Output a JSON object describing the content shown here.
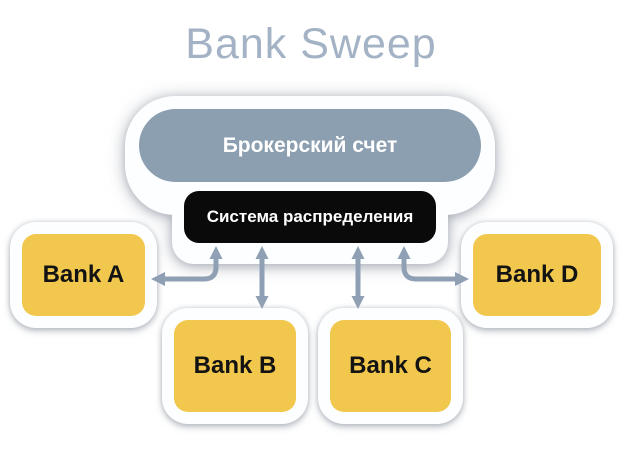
{
  "title": "Bank Sweep",
  "nodes": {
    "broker_account": "Брокерский счет",
    "distribution_system": "Система распределения"
  },
  "banks": [
    {
      "label": "Bank A"
    },
    {
      "label": "Bank B"
    },
    {
      "label": "Bank C"
    },
    {
      "label": "Bank D"
    }
  ],
  "connections": [
    {
      "from": "Система распределения",
      "to": "Bank A",
      "direction": "bidirectional"
    },
    {
      "from": "Система распределения",
      "to": "Bank B",
      "direction": "bidirectional"
    },
    {
      "from": "Система распределения",
      "to": "Bank C",
      "direction": "bidirectional"
    },
    {
      "from": "Система распределения",
      "to": "Bank D",
      "direction": "bidirectional"
    }
  ],
  "colors": {
    "title_text": "#a3b3c5",
    "broker_pill": "#8c9fb0",
    "system_box": "#0a0a0b",
    "bank_fill": "#f1c84d",
    "arrow": "#8fa0b4",
    "card_white": "#fdfeff"
  }
}
